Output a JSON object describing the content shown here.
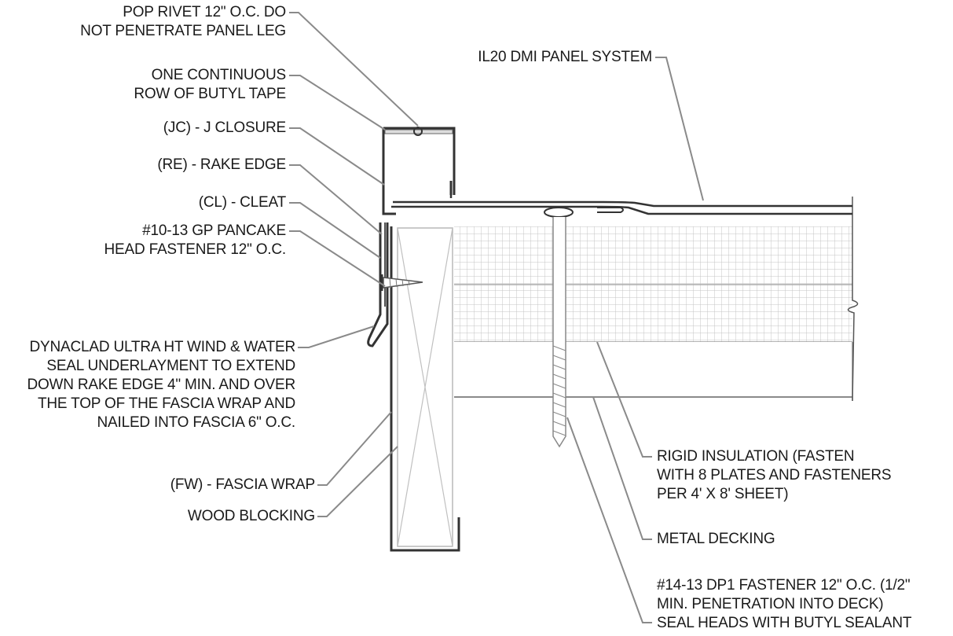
{
  "drawing": {
    "colors": {
      "ink": "#333333",
      "leader": "#8a8a8a",
      "blocking": "#b8b8b8",
      "insulation": "#c4c4c4"
    }
  },
  "callouts": {
    "pop_rivet": {
      "line1": "POP RIVET 12\" O.C. DO",
      "line2": "NOT PENETRATE PANEL LEG"
    },
    "butyl_tape": {
      "line1": "ONE CONTINUOUS",
      "line2": "ROW OF BUTYL TAPE"
    },
    "j_closure": {
      "line1": "(JC) - J CLOSURE"
    },
    "rake_edge": {
      "line1": "(RE) - RAKE EDGE"
    },
    "cleat": {
      "line1": "(CL) - CLEAT"
    },
    "pancake_fastener": {
      "line1": "#10-13 GP PANCAKE",
      "line2": "HEAD FASTENER 12\" O.C."
    },
    "underlayment": {
      "line1": "DYNACLAD ULTRA HT WIND & WATER",
      "line2": "SEAL UNDERLAYMENT TO EXTEND",
      "line3": "DOWN RAKE EDGE 4\" MIN. AND OVER",
      "line4": "THE TOP OF THE FASCIA WRAP AND",
      "line5": "NAILED INTO FASCIA 6\" O.C."
    },
    "fascia_wrap": {
      "line1": "(FW) - FASCIA WRAP"
    },
    "wood_blocking": {
      "line1": "WOOD BLOCKING"
    },
    "panel_system": {
      "line1": "IL20 DMI PANEL SYSTEM"
    },
    "rigid_insulation": {
      "line1": "RIGID INSULATION (FASTEN",
      "line2": "WITH 8 PLATES AND FASTENERS",
      "line3": "PER 4' X 8' SHEET)"
    },
    "metal_decking": {
      "line1": "METAL DECKING"
    },
    "dp1_fastener": {
      "line1": "#14-13 DP1 FASTENER 12\" O.C. (1/2\"",
      "line2": "MIN. PENETRATION INTO DECK)",
      "line3": "SEAL HEADS WITH BUTYL SEALANT"
    }
  }
}
